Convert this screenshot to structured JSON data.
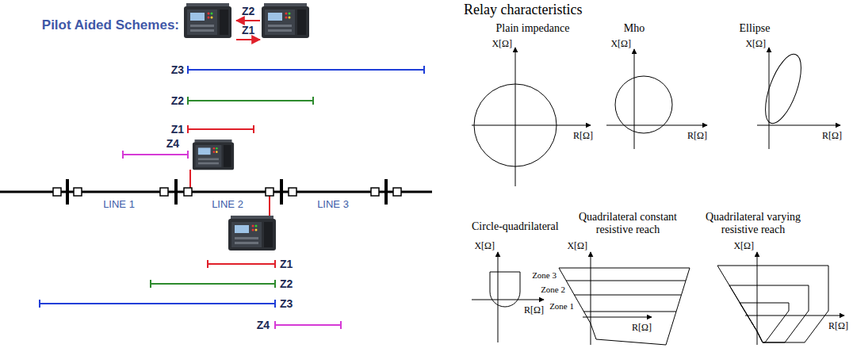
{
  "diagram": {
    "title": "Pilot Aided Schemes:",
    "labels": [
      "Relay characteristics",
      "Z2",
      "Z1",
      "Z3",
      "Z2",
      "Z1",
      "Z4",
      "LINE 1",
      "LINE 2",
      "LINE 3",
      "Z1",
      "Z2",
      "Z3",
      "Z4",
      "Plain impedance",
      "X[Ω]",
      "R[Ω]",
      "Mho",
      "X[Ω]",
      "R[Ω]",
      "Ellipse",
      "X[Ω]",
      "R[Ω]",
      "Circle-quadrilateral",
      "X[Ω]",
      "R[Ω]",
      "Quadrilateral constant resistive reach",
      "X[Ω]",
      "R[Ω]",
      "Zone 3",
      "Zone 2",
      "Zone 1",
      "Quadrilateral varying resistive reach",
      "X[Ω]",
      "R[Ω]"
    ]
  }
}
